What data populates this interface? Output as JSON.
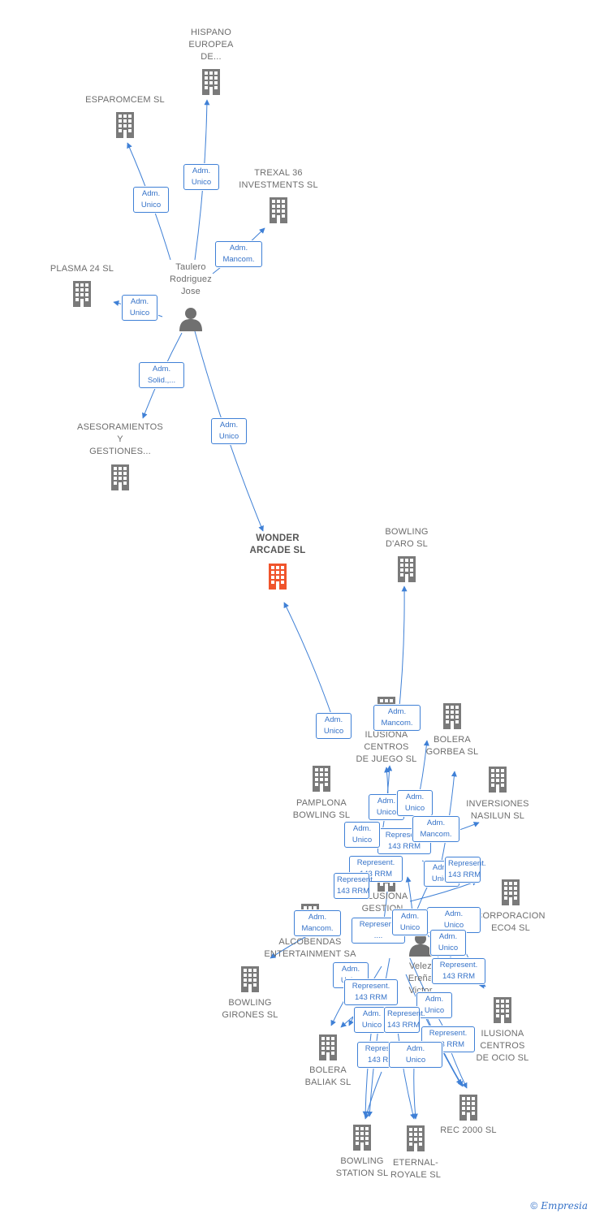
{
  "diagram": {
    "colors": {
      "edge": "#3f80d6",
      "company": "#7a7a7a",
      "focus": "#f0542c",
      "person": "#707070"
    },
    "nodes": [
      {
        "id": "hispano",
        "type": "company",
        "label": [
          "HISPANO",
          "EUROPEA",
          "DE..."
        ]
      },
      {
        "id": "esparomcem",
        "type": "company",
        "label": [
          "ESPAROMCEM SL"
        ]
      },
      {
        "id": "trexal",
        "type": "company",
        "label": [
          "TREXAL 36",
          "INVESTMENTS SL"
        ]
      },
      {
        "id": "plasma",
        "type": "company",
        "label": [
          "PLASMA 24 SL"
        ]
      },
      {
        "id": "taulero",
        "type": "person",
        "label": [
          "Taulero",
          "Rodriguez",
          "Jose"
        ]
      },
      {
        "id": "asesoramientos",
        "type": "company",
        "label": [
          "ASESORAMIENTOS",
          "Y",
          "GESTIONES..."
        ]
      },
      {
        "id": "wonder",
        "type": "focus",
        "label": [
          "WONDER",
          "ARCADE  SL"
        ]
      },
      {
        "id": "bowlingdaro",
        "type": "company",
        "label": [
          "BOWLING",
          "D'ARO SL"
        ]
      },
      {
        "id": "ilusionajuego",
        "type": "company",
        "label": [
          "ILUSIONA",
          "CENTROS",
          "DE JUEGO SL"
        ]
      },
      {
        "id": "bolera_gorbea",
        "type": "company",
        "label": [
          "BOLERA",
          "GORBEA SL"
        ]
      },
      {
        "id": "pamplona",
        "type": "company",
        "label": [
          "PAMPLONA",
          "BOWLING SL"
        ]
      },
      {
        "id": "inversiones",
        "type": "company",
        "label": [
          "INVERSIONES",
          "NASILUN  SL"
        ]
      },
      {
        "id": "ilusiona_gestion",
        "type": "company",
        "label": [
          "ILUSIONA",
          "GESTION..."
        ]
      },
      {
        "id": "corporacion",
        "type": "company",
        "label": [
          "CORPORACION",
          "ECO4  SL"
        ]
      },
      {
        "id": "alcobendas",
        "type": "company",
        "label": [
          "ALCOBENDAS",
          "ENTERTAINMENT SA"
        ]
      },
      {
        "id": "velez",
        "type": "person",
        "label": [
          "Velez",
          "Ereña",
          "Victor"
        ]
      },
      {
        "id": "bowling_girones",
        "type": "company",
        "label": [
          "BOWLING",
          "GIRONES SL"
        ]
      },
      {
        "id": "ilusiona_ocio",
        "type": "company",
        "label": [
          "ILUSIONA",
          "CENTROS",
          "DE OCIO SL"
        ]
      },
      {
        "id": "bolera_baliak",
        "type": "company",
        "label": [
          "BOLERA",
          "BALIAK SL"
        ]
      },
      {
        "id": "rec2000",
        "type": "company",
        "label": [
          "REC 2000 SL"
        ]
      },
      {
        "id": "bowling_station",
        "type": "company",
        "label": [
          "BOWLING",
          "STATION SL"
        ]
      },
      {
        "id": "eternal",
        "type": "company",
        "label": [
          "ETERNAL-",
          "ROYALE SL"
        ]
      }
    ],
    "edge_labels": [
      {
        "text": [
          "Adm.",
          "Unico"
        ]
      },
      {
        "text": [
          "Adm.",
          "Unico"
        ]
      },
      {
        "text": [
          "Adm.",
          "Mancom."
        ]
      },
      {
        "text": [
          "Adm.",
          "Unico"
        ]
      },
      {
        "text": [
          "Adm.",
          "Solid.,..."
        ]
      },
      {
        "text": [
          "Adm.",
          "Unico"
        ]
      },
      {
        "text": [
          "Adm.",
          "Unico"
        ]
      },
      {
        "text": [
          "Adm.",
          "Mancom."
        ]
      },
      {
        "text": [
          "Adm.",
          "Unico"
        ]
      },
      {
        "text": [
          "Adm.",
          "Unico"
        ]
      },
      {
        "text": [
          "Represent.",
          "143 RRM"
        ]
      },
      {
        "text": [
          "Adm.",
          "Mancom."
        ]
      },
      {
        "text": [
          "Adm.",
          "Unico"
        ]
      },
      {
        "text": [
          "Represent.",
          "143 RRM"
        ]
      },
      {
        "text": [
          "Adm.",
          "Unico"
        ]
      },
      {
        "text": [
          "Represent.",
          "143 RRM"
        ]
      },
      {
        "text": [
          "Adm.",
          "Unico"
        ]
      },
      {
        "text": [
          "Adm.",
          "Mancom."
        ]
      },
      {
        "text": [
          "Represent.",
          "...."
        ]
      },
      {
        "text": [
          "Adm.",
          "Unico"
        ]
      },
      {
        "text": [
          "Represent.",
          "143 RRM"
        ]
      },
      {
        "text": [
          "Adm.",
          "Unico"
        ]
      },
      {
        "text": [
          "Adm.",
          "Unico"
        ]
      },
      {
        "text": [
          "Represent.",
          "143 RRM"
        ]
      },
      {
        "text": [
          "Adm.",
          "Unico"
        ]
      },
      {
        "text": [
          "Adm.",
          "Unico"
        ]
      },
      {
        "text": [
          "Represent.",
          "143 RRM"
        ]
      },
      {
        "text": [
          "Represent.",
          "143 RRM"
        ]
      },
      {
        "text": [
          "Represent.",
          "143 RRM"
        ]
      },
      {
        "text": [
          "Adm.",
          "Unico"
        ]
      },
      {
        "text": [
          "Represent.",
          "143 RRM"
        ]
      }
    ]
  },
  "brand": {
    "copyright": "©",
    "name": "Empresia"
  }
}
